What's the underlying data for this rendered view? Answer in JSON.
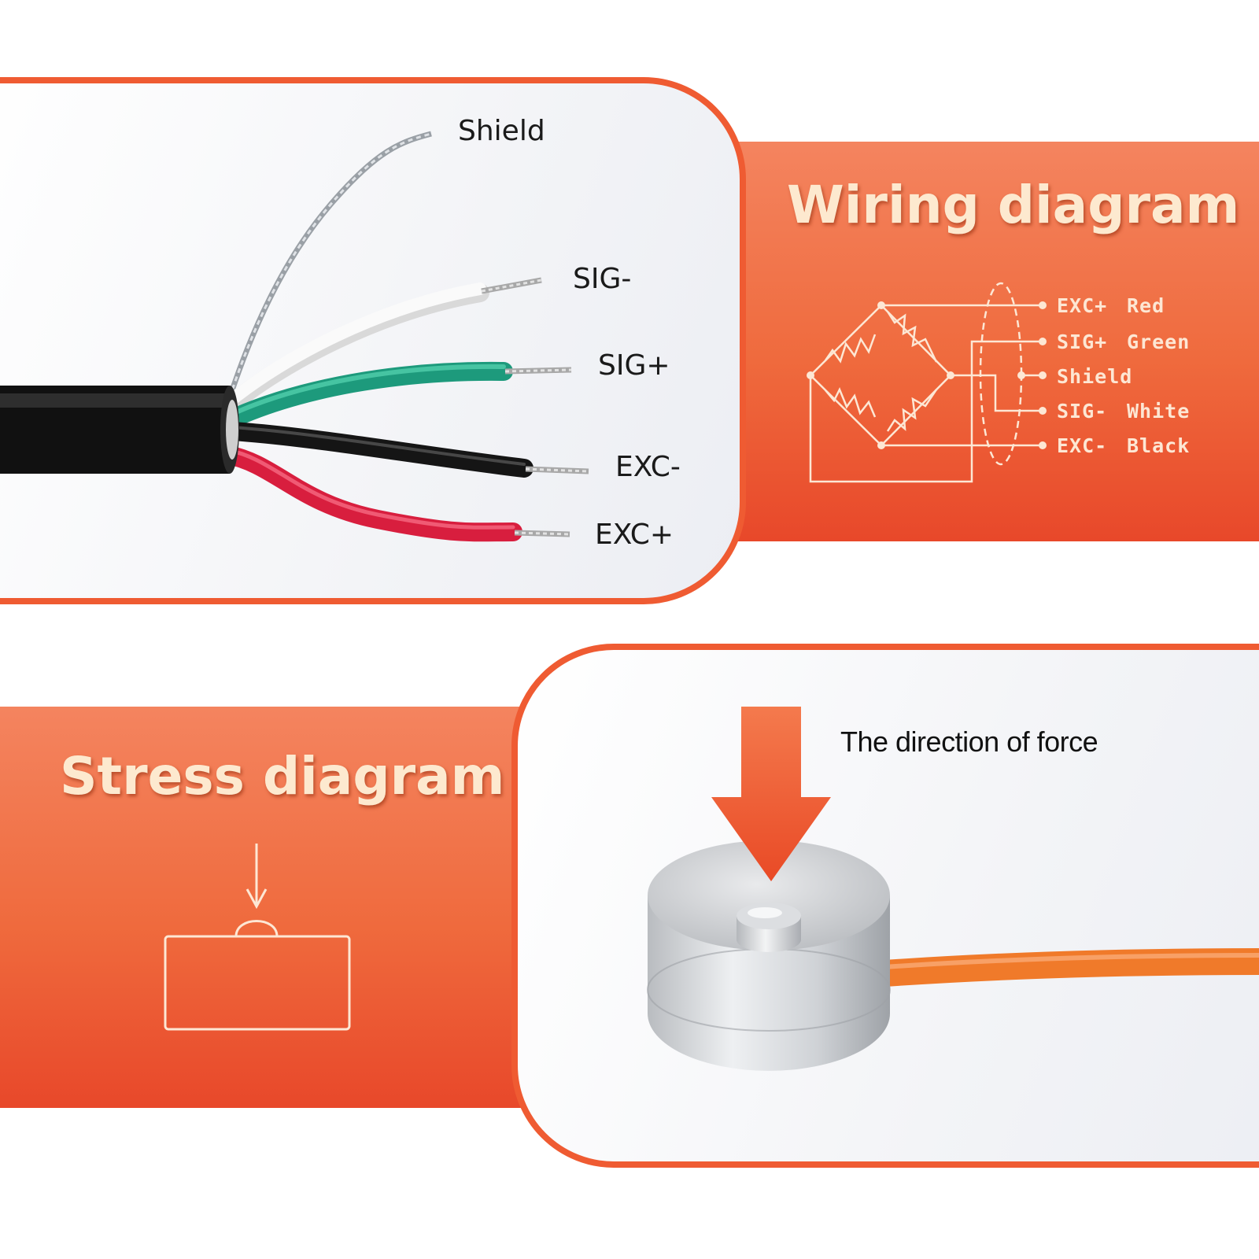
{
  "wiring_section": {
    "title": "Wiring diagram",
    "cable_labels": {
      "shield": "Shield",
      "sig_minus": "SIG-",
      "sig_plus": "SIG+",
      "exc_minus": "EXC-",
      "exc_plus": "EXC+"
    },
    "schematic_rows": [
      {
        "signal": "EXC+",
        "color": "Red"
      },
      {
        "signal": "SIG+",
        "color": "Green"
      },
      {
        "signal": "Shield",
        "color": ""
      },
      {
        "signal": "SIG-",
        "color": "White"
      },
      {
        "signal": "EXC-",
        "color": "Black"
      }
    ]
  },
  "stress_section": {
    "title": "Stress diagram",
    "force_label": "The direction of force"
  },
  "colors": {
    "accent": "#ef5b32",
    "title_text": "#fde9cf",
    "wire_red": "#d81e3e",
    "wire_green": "#1d9a7c",
    "wire_white": "#f4f4f4",
    "wire_black": "#151515",
    "cable_orange": "#f07a2a"
  }
}
